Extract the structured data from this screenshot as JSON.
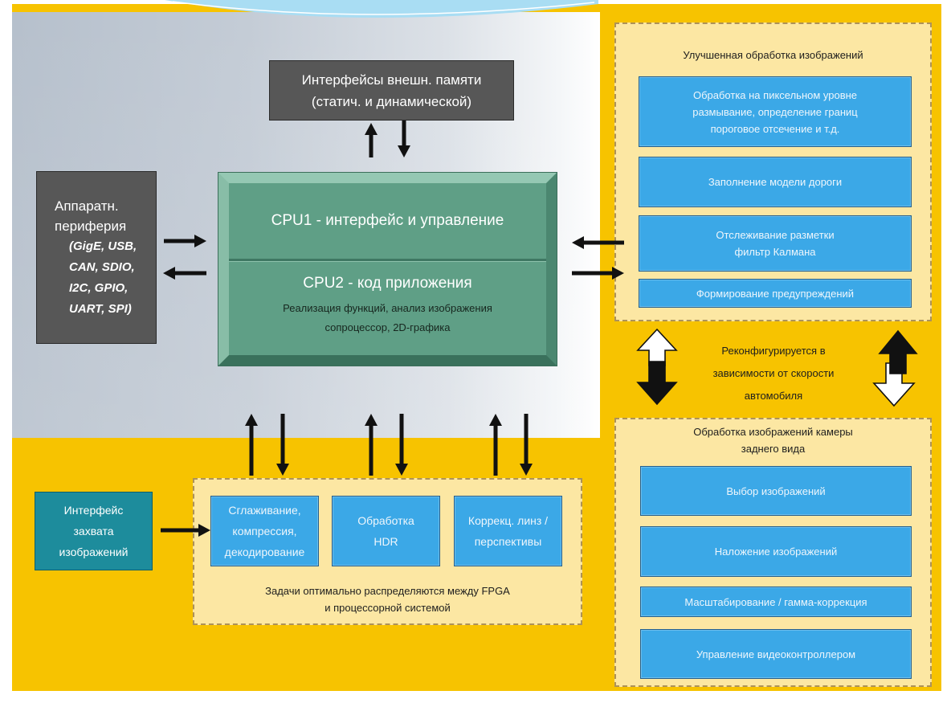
{
  "memory_interfaces": {
    "lines": [
      "Интерфейсы внешн. памяти",
      "(статич. и динамической)"
    ]
  },
  "hardware_peripherals": {
    "title_lines": [
      "Аппаратн.",
      "периферия"
    ],
    "protocol_lines": [
      "(GigE, USB,",
      "CAN, SDIO,",
      "I2C, GPIO,",
      "UART, SPI)"
    ]
  },
  "cpu": {
    "cpu1_label": "CPU1 - интерфейс и управление",
    "cpu2_label": "CPU2 - код приложения",
    "cpu2_details": [
      "Реализация функций, анализ изображения",
      "сопроцессор, 2D-графика"
    ]
  },
  "enhanced_processing": {
    "title": "Улучшенная обработка изображений",
    "blocks": [
      {
        "lines": [
          "Обработка на пиксельном уровне",
          "размывание, определение границ",
          "пороговое отсечение и т.д."
        ]
      },
      {
        "lines": [
          "Заполнение модели дороги"
        ]
      },
      {
        "lines": [
          "Отслеживание разметки",
          "фильтр Калмана"
        ]
      },
      {
        "lines": [
          "Формирование предупреждений"
        ]
      }
    ]
  },
  "reconfiguration_note": {
    "lines": [
      "Реконфигурируется в",
      "зависимости от скорости",
      "автомобиля"
    ]
  },
  "rear_camera_processing": {
    "title_lines": [
      "Обработка изображений камеры",
      "заднего вида"
    ],
    "blocks": [
      {
        "lines": [
          "Выбор изображений"
        ]
      },
      {
        "lines": [
          "Наложение изображений"
        ]
      },
      {
        "lines": [
          "Масштабирование / гамма-коррекция"
        ]
      },
      {
        "lines": [
          "Управление видеоконтроллером"
        ]
      }
    ]
  },
  "image_capture": {
    "lines": [
      "Интерфейс",
      "захвата",
      "изображений"
    ]
  },
  "fpga_tasks": {
    "blocks": [
      {
        "lines": [
          "Сглаживание,",
          "компрессия,",
          "декодирование"
        ]
      },
      {
        "lines": [
          "Обработка",
          "HDR"
        ]
      },
      {
        "lines": [
          "Коррекц. линз /",
          "перспективы"
        ]
      }
    ],
    "caption_lines": [
      "Задачи оптимально распределяются между FPGA",
      "и процессорной системой"
    ]
  },
  "colors": {
    "yellow": "#F7C300",
    "panel_fill": "#FCE7A3",
    "block_blue": "#3BA8E7",
    "dark_gray": "#575757",
    "cpu_green": "#5F9F86",
    "capture_teal": "#1D8C9C",
    "arrow": "#111111"
  }
}
